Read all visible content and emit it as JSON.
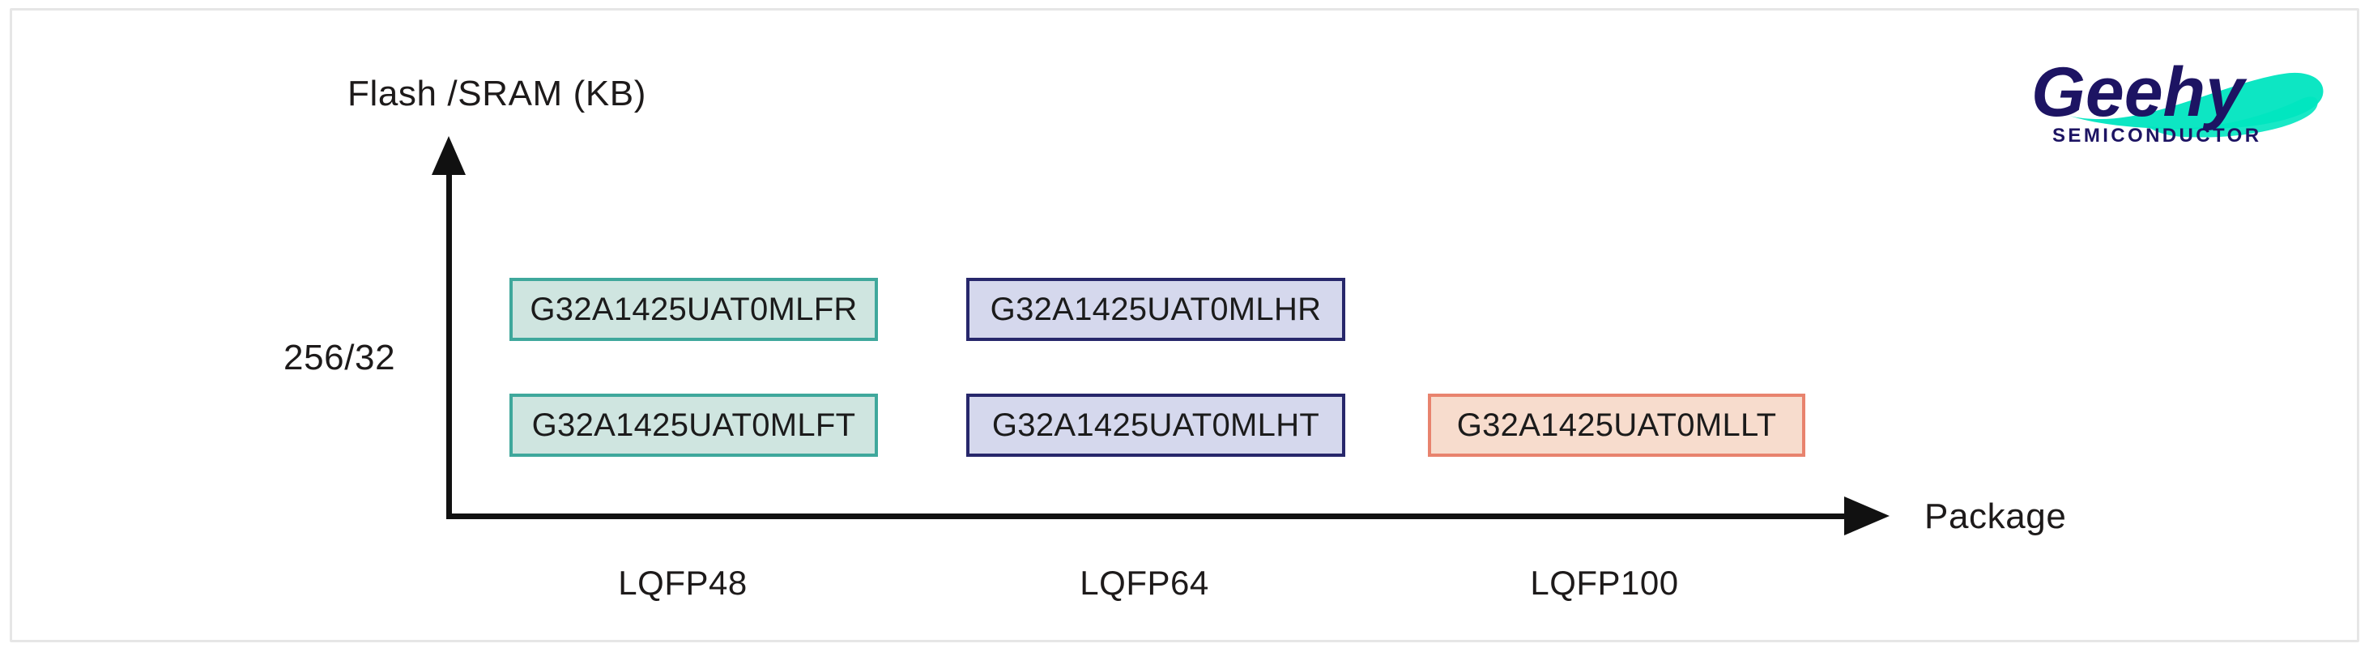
{
  "brand": {
    "name": "Geehy",
    "tagline": "SEMICONDUCTOR",
    "navy": "#1d1463",
    "teal": "#00e5c0"
  },
  "chart_data": {
    "type": "table",
    "title": "",
    "xlabel": "Package",
    "ylabel": "Flash /SRAM (KB)",
    "grid": false,
    "legend": "none",
    "categories": [
      "LQFP48",
      "LQFP64",
      "LQFP100"
    ],
    "y_ticks": [
      "256/32"
    ],
    "rows": [
      {
        "y_value": "256/32",
        "cells": [
          {
            "category": "LQFP48",
            "label": "G32A1425UAT0MLFR",
            "color": "teal",
            "fill": "#cfe5e0",
            "border": "#3fa89c"
          },
          {
            "category": "LQFP64",
            "label": "G32A1425UAT0MLHR",
            "color": "purple",
            "fill": "#d5d8ed",
            "border": "#27276b"
          },
          {
            "category": "LQFP100",
            "label": null,
            "color": null,
            "fill": null,
            "border": null
          }
        ]
      },
      {
        "y_value": "256/32",
        "cells": [
          {
            "category": "LQFP48",
            "label": "G32A1425UAT0MLFT",
            "color": "teal",
            "fill": "#cfe5e0",
            "border": "#3fa89c"
          },
          {
            "category": "LQFP64",
            "label": "G32A1425UAT0MLHT",
            "color": "purple",
            "fill": "#d5d8ed",
            "border": "#27276b"
          },
          {
            "category": "LQFP100",
            "label": "G32A1425UAT0MLLT",
            "color": "orange",
            "fill": "#f7dccd",
            "border": "#e8836e"
          }
        ]
      }
    ],
    "parts": [
      "G32A1425UAT0MLFR",
      "G32A1425UAT0MLHR",
      "G32A1425UAT0MLFT",
      "G32A1425UAT0MLHT",
      "G32A1425UAT0MLLT"
    ]
  },
  "axis": {
    "y_label": "Flash /SRAM (KB)",
    "x_label": "Package",
    "y_tick_0": "256/32",
    "x_tick_0": "LQFP48",
    "x_tick_1": "LQFP64",
    "x_tick_2": "LQFP100"
  },
  "boxes": {
    "r0c0": "G32A1425UAT0MLFR",
    "r0c1": "G32A1425UAT0MLHR",
    "r1c0": "G32A1425UAT0MLFT",
    "r1c1": "G32A1425UAT0MLHT",
    "r1c2": "G32A1425UAT0MLLT"
  }
}
